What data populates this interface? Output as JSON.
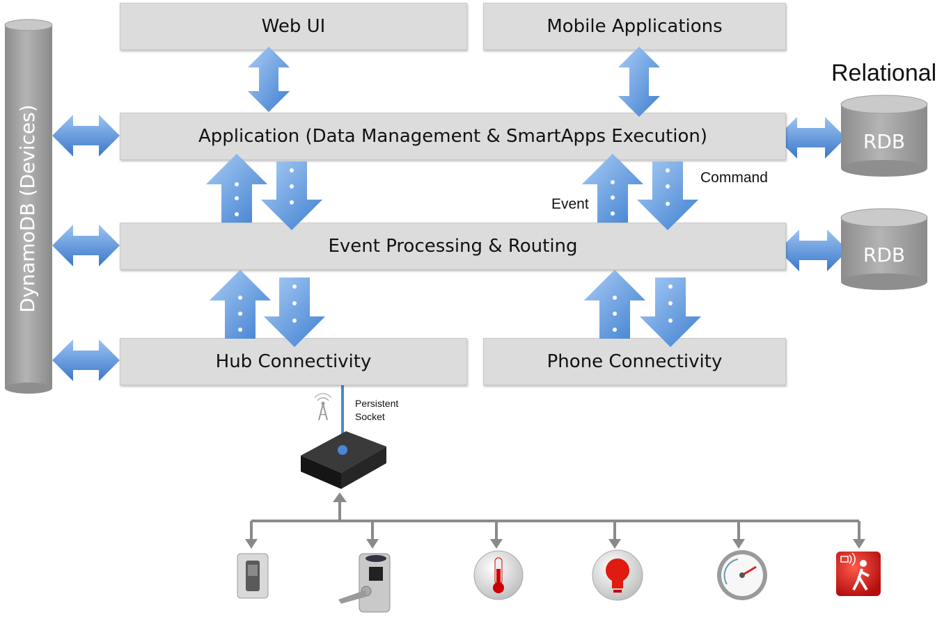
{
  "boxes": {
    "web_ui": "Web UI",
    "mobile_apps": "Mobile Applications",
    "application": "Application (Data Management & SmartApps Execution)",
    "event_processing": "Event Processing & Routing",
    "hub_connectivity": "Hub Connectivity",
    "phone_connectivity": "Phone Connectivity"
  },
  "labels": {
    "relational": "Relational",
    "dynamodb": "DynamoDB (Devices)",
    "rdb_top": "RDB",
    "rdb_bottom": "RDB",
    "event": "Event",
    "command": "Command",
    "persistent_socket_line1": "Persistent",
    "persistent_socket_line2": "Socket"
  },
  "colors": {
    "arrow_blue": "#4a86d4",
    "arrow_light": "#9cc3f2",
    "box_gray": "#dcdcdc",
    "cylinder_gray": "#9a9a9a",
    "connector_gray": "#8a8a8a"
  },
  "icons": [
    "wall-switch-icon",
    "door-lock-icon",
    "thermometer-icon",
    "light-bulb-icon",
    "gauge-icon",
    "motion-sensor-icon",
    "antenna-icon",
    "hub-device-icon"
  ]
}
